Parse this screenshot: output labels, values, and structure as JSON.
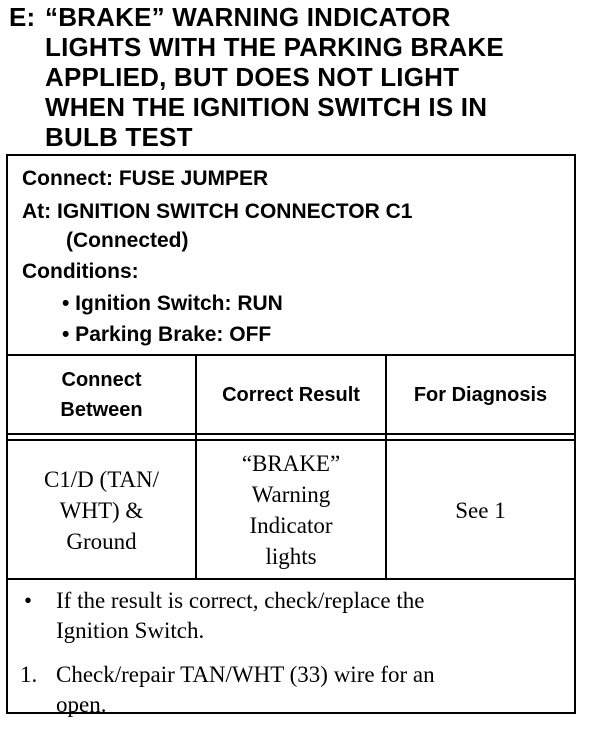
{
  "heading": {
    "prefix": "E:",
    "lines": [
      "“BRAKE” WARNING INDICATOR",
      "LIGHTS WITH THE PARKING BRAKE",
      "APPLIED, BUT DOES NOT LIGHT",
      "WHEN THE IGNITION SWITCH IS IN",
      "BULB TEST"
    ]
  },
  "connect": {
    "connect_line": "Connect: FUSE JUMPER",
    "at_line": "At: IGNITION SWITCH CONNECTOR C1",
    "at_sub": "(Connected)",
    "conditions_label": "Conditions:",
    "conditions": [
      "• Ignition Switch: RUN",
      "• Parking Brake: OFF"
    ]
  },
  "table": {
    "headers": [
      [
        "Connect",
        "Between"
      ],
      [
        "Correct Result"
      ],
      [
        "For Diagnosis"
      ]
    ],
    "row": {
      "connect_between": [
        "C1/D (TAN/",
        "WHT) &",
        "Ground"
      ],
      "correct_result": [
        "“BRAKE”",
        "Warning",
        "Indicator",
        "lights"
      ],
      "for_diagnosis": "See 1"
    }
  },
  "notes": [
    {
      "marker": "•",
      "lines": [
        "If the result is correct, check/replace the",
        "Ignition Switch."
      ]
    },
    {
      "marker": "1.",
      "lines": [
        "Check/repair TAN/WHT (33) wire for an",
        "open."
      ]
    }
  ]
}
